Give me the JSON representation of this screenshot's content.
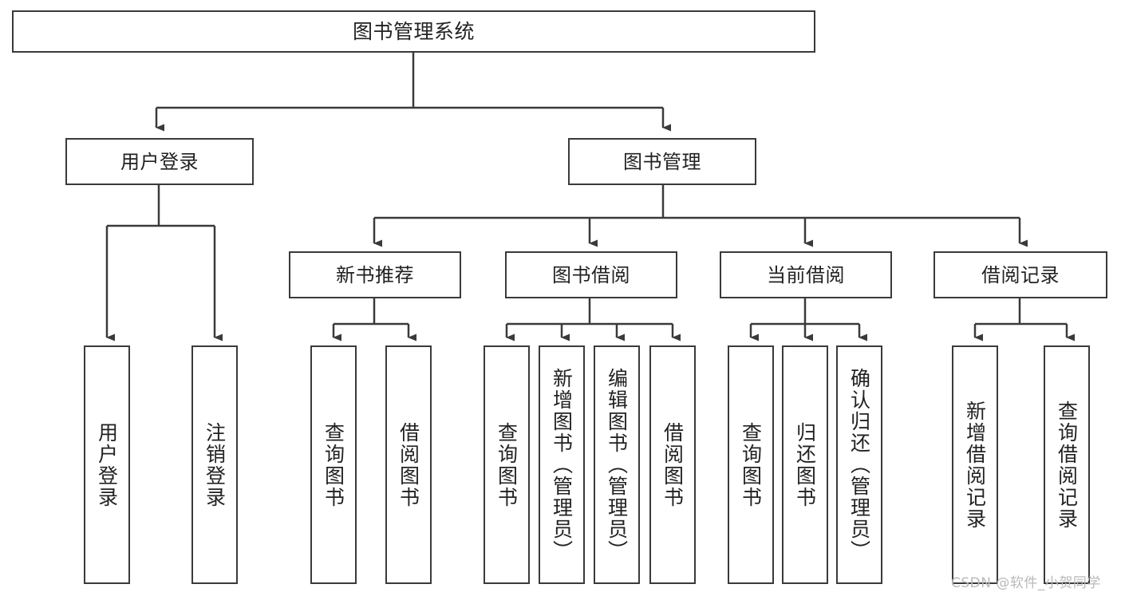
{
  "diagram": {
    "type": "tree",
    "title": "图书管理系统",
    "root": {
      "label": "图书管理系统"
    },
    "level2": [
      {
        "label": "用户登录"
      },
      {
        "label": "图书管理"
      }
    ],
    "level3": [
      {
        "label": "新书推荐"
      },
      {
        "label": "图书借阅"
      },
      {
        "label": "当前借阅"
      },
      {
        "label": "借阅记录"
      }
    ],
    "leaves": {
      "user_login": [
        {
          "label": "用户登录"
        },
        {
          "label": "注销登录"
        }
      ],
      "new_book_recommend": [
        {
          "label": "查询图书"
        },
        {
          "label": "借阅图书"
        }
      ],
      "book_borrow": [
        {
          "label": "查询图书"
        },
        {
          "label": "新增图书（管理员）"
        },
        {
          "label": "编辑图书（管理员）"
        },
        {
          "label": "借阅图书"
        }
      ],
      "current_borrow": [
        {
          "label": "查询图书"
        },
        {
          "label": "归还图书"
        },
        {
          "label": "确认归还（管理员）"
        }
      ],
      "borrow_records": [
        {
          "label": "新增借阅记录"
        },
        {
          "label": "查询借阅记录"
        }
      ]
    }
  },
  "watermark": {
    "text": "CSDN @软件_小贺同学"
  },
  "colors": {
    "border": "#3a3a3a",
    "text": "#222222",
    "background": "#ffffff",
    "watermark": "#b9b9b9"
  }
}
